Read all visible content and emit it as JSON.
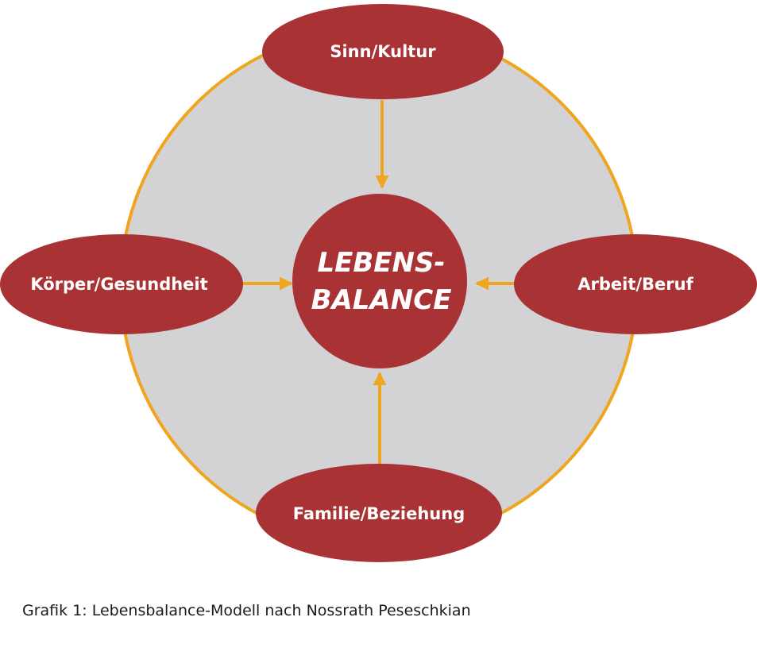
{
  "diagram": {
    "center": {
      "line1": "LEBENS-",
      "line2": "BALANCE"
    },
    "nodes": {
      "top": "Sinn/Kultur",
      "left": "Körper/Gesundheit",
      "right": "Arbeit/Beruf",
      "bottom": "Familie/Beziehung"
    },
    "colors": {
      "node_fill": "#A93234",
      "ring_fill": "#D3D3D5",
      "ring_stroke": "#F0A51F",
      "arrow": "#F0A51F",
      "text": "#FFFFFF"
    }
  },
  "caption": "Grafik 1:  Lebensbalance-Modell nach Nossrath Peseschkian"
}
